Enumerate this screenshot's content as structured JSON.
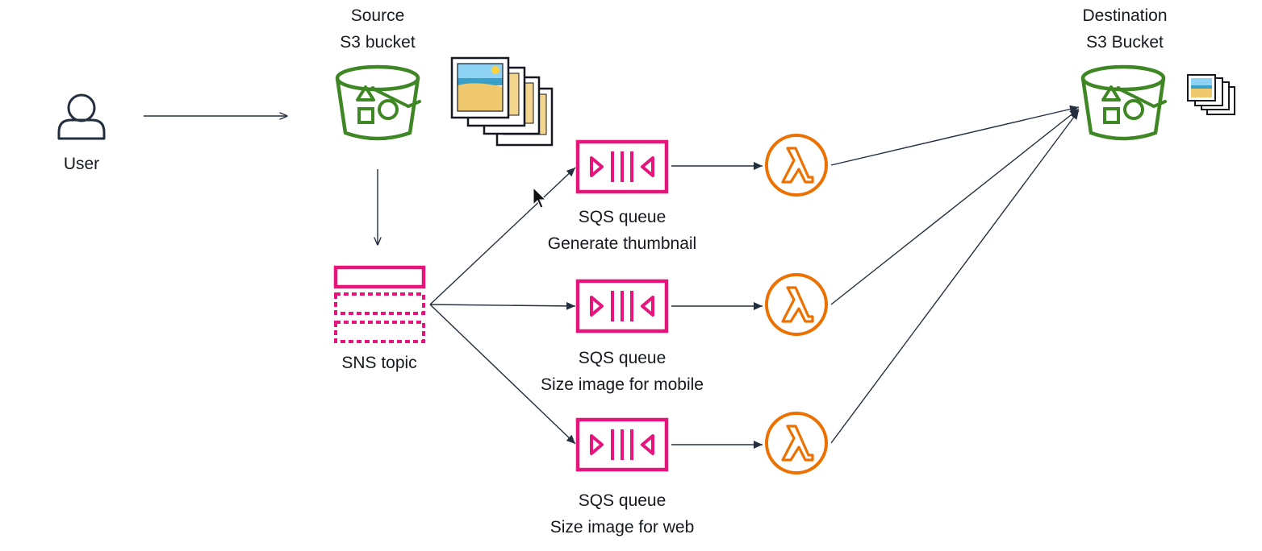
{
  "user": {
    "label": "User"
  },
  "source_bucket": {
    "line1": "Source",
    "line2": "S3 bucket"
  },
  "destination_bucket": {
    "line1": "Destination",
    "line2": "S3 Bucket"
  },
  "sns_topic": {
    "label": "SNS topic"
  },
  "queues": [
    {
      "line1": "SQS queue",
      "line2": "Generate thumbnail"
    },
    {
      "line1": "SQS queue",
      "line2": "Size image for mobile"
    },
    {
      "line1": "SQS queue",
      "line2": "Size image for web"
    }
  ],
  "colors": {
    "s3": "#3f8624",
    "sqs_sns": "#e7157b",
    "lambda": "#ed7100",
    "arrow": "#232f3e",
    "text": "#16191f"
  },
  "icons": {
    "user": "user-icon",
    "bucket": "s3-bucket-icon",
    "sns": "sns-topic-icon",
    "sqs": "sqs-queue-icon",
    "lambda": "lambda-icon",
    "images": "image-stack-icon"
  }
}
